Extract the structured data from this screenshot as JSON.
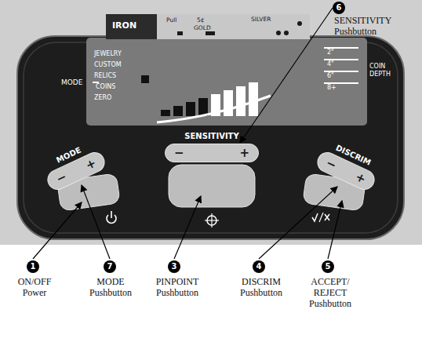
{
  "diagram": {
    "nodes": [
      {
        "text": [
          "IRON",
          "Pull",
          "5¢",
          "GOLD",
          "SILVER",
          "MODE",
          "JEWELRY",
          "CUSTOM",
          "RELICS",
          "ZERO"
        ]
      },
      {
        "text": [
          "COINS"
        ],
        "in": 0
      },
      {
        "text": [
          "2\""
        ],
        "in": 0
      },
      {
        "text": [
          "4\""
        ],
        "in": 0
      },
      {
        "text": [
          "6\""
        ],
        "in": 0
      },
      {
        "text": [
          "8+"
        ],
        "in": 0
      },
      {
        "text": [
          "MODE",
          "−",
          "+"
        ]
      },
      {
        "text": [
          "SENSITIVITY",
          "−",
          "+"
        ]
      },
      {
        "text": [
          "DISCRIM",
          "−",
          "+"
        ]
      }
    ],
    "labels": [
      "COIN DEPTH",
      "6",
      "SENSITIVITY Pushbutton",
      "1",
      "ON/OFF Power",
      "7",
      "MODE Pushbutton",
      "3",
      "PINPOINT Pushbutton",
      "4",
      "DISCRIM Pushbutton",
      "5",
      "ACCEPT/ REJECT Pushbutton"
    ]
  }
}
